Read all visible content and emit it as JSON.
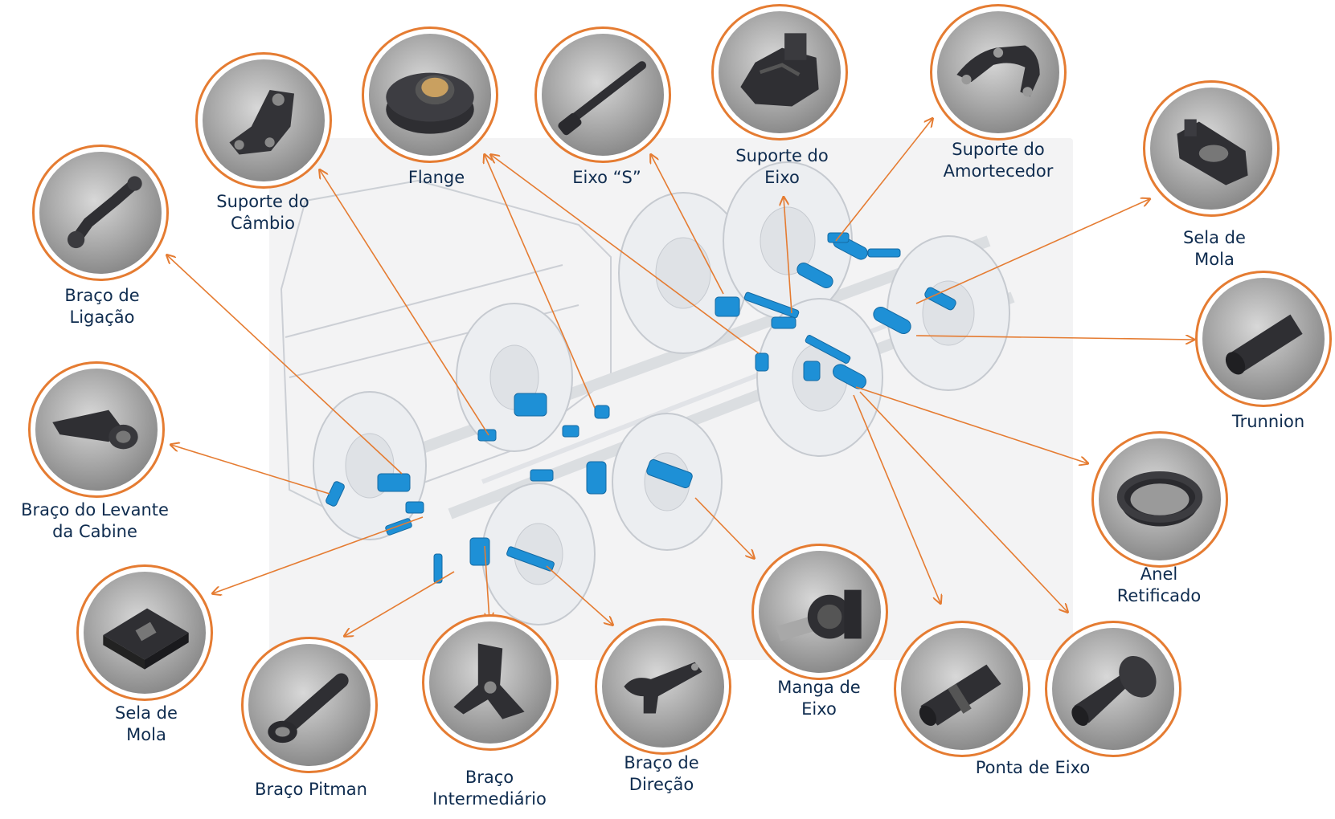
{
  "colors": {
    "accent": "#e57c32",
    "label": "#0f2c4f",
    "component": "#1e90d6",
    "truck_line": "#c8ccd2"
  },
  "parts": [
    {
      "id": "braco-ligacao",
      "icon": "link-arm-icon",
      "label_lines": [
        "Braço de",
        "Ligação"
      ]
    },
    {
      "id": "suporte-cambio",
      "icon": "gearbox-bracket-icon",
      "label_lines": [
        "Suporte do",
        "Câmbio"
      ]
    },
    {
      "id": "flange",
      "icon": "flange-icon",
      "label_lines": [
        "Flange"
      ]
    },
    {
      "id": "eixo-s",
      "icon": "s-cam-shaft-icon",
      "label_lines": [
        "Eixo “S”"
      ]
    },
    {
      "id": "suporte-eixo",
      "icon": "axle-bracket-icon",
      "label_lines": [
        "Suporte do",
        "Eixo"
      ]
    },
    {
      "id": "suporte-amortecedor",
      "icon": "shock-absorber-bracket-icon",
      "label_lines": [
        "Suporte do",
        "Amortecedor"
      ]
    },
    {
      "id": "sela-mola-right",
      "icon": "spring-seat-icon",
      "label_lines": [
        "Sela de",
        "Mola"
      ]
    },
    {
      "id": "trunnion",
      "icon": "trunnion-icon",
      "label_lines": [
        "Trunnion"
      ]
    },
    {
      "id": "braco-levante-cabine",
      "icon": "cab-lift-arm-icon",
      "label_lines": [
        "Braço do Levante",
        "da Cabine"
      ]
    },
    {
      "id": "anel-retificado",
      "icon": "ground-ring-icon",
      "label_lines": [
        "Anel",
        "Retificado"
      ]
    },
    {
      "id": "sela-mola-left",
      "icon": "spring-seat-plate-icon",
      "label_lines": [
        "Sela de",
        "Mola"
      ]
    },
    {
      "id": "braco-pitman",
      "icon": "pitman-arm-icon",
      "label_lines": [
        "Braço Pitman"
      ]
    },
    {
      "id": "braco-intermediario",
      "icon": "idler-arm-icon",
      "label_lines": [
        "Braço",
        "Intermediário"
      ]
    },
    {
      "id": "braco-direcao",
      "icon": "steering-arm-icon",
      "label_lines": [
        "Braço de",
        "Direção"
      ]
    },
    {
      "id": "manga-eixo",
      "icon": "steering-knuckle-icon",
      "label_lines": [
        "Manga de",
        "Eixo"
      ]
    },
    {
      "id": "ponta-eixo-1",
      "icon": "axle-spindle-icon",
      "label_lines": []
    },
    {
      "id": "ponta-eixo-2",
      "icon": "axle-spindle-icon",
      "label_lines": []
    }
  ],
  "shared_labels": {
    "ponta_eixo": "Ponta de Eixo"
  }
}
